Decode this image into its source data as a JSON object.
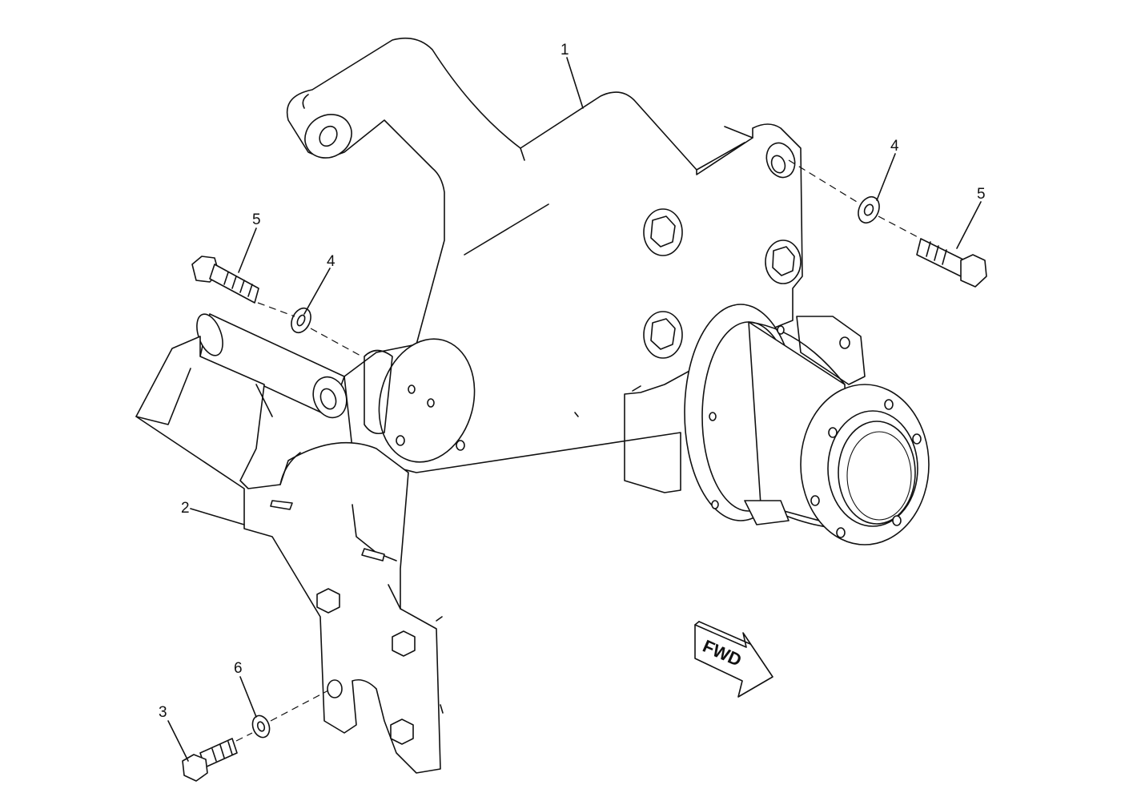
{
  "callouts": [
    {
      "id": "c1",
      "label": "1"
    },
    {
      "id": "c2",
      "label": "2"
    },
    {
      "id": "c3",
      "label": "3"
    },
    {
      "id": "c4a",
      "label": "4"
    },
    {
      "id": "c4b",
      "label": "4"
    },
    {
      "id": "c5a",
      "label": "5"
    },
    {
      "id": "c5b",
      "label": "5"
    },
    {
      "id": "c6",
      "label": "6"
    }
  ],
  "direction_arrow": {
    "label": "FWD"
  }
}
